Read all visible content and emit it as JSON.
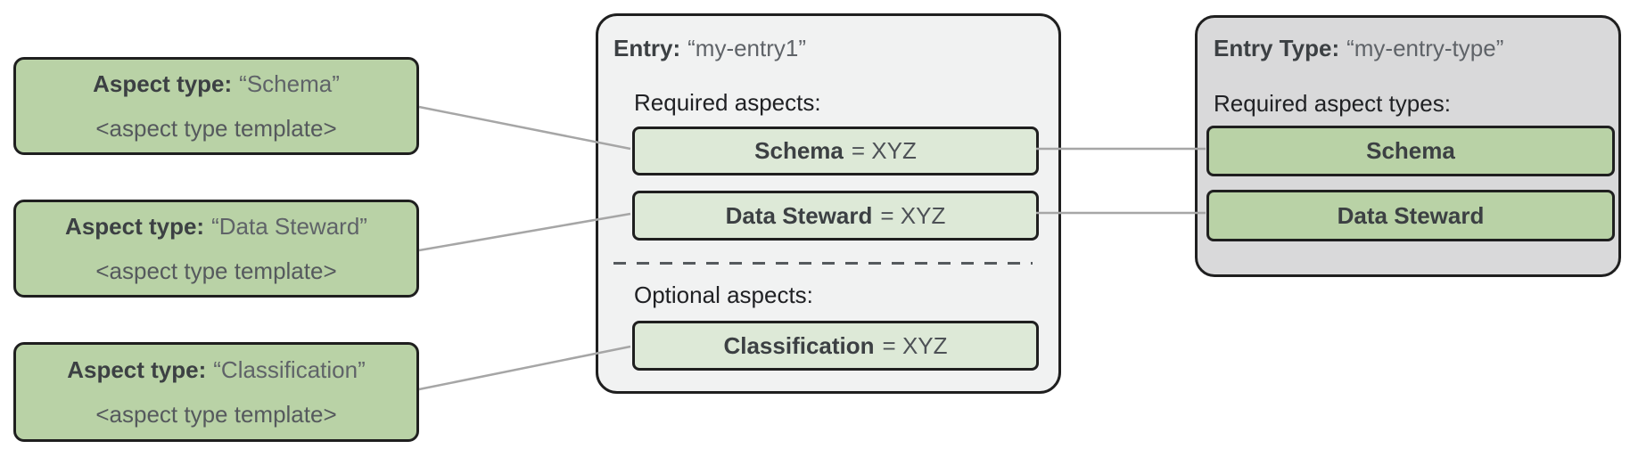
{
  "aspect_types": [
    {
      "label": "Aspect type:",
      "name": "“Schema”",
      "template": "<aspect type template>"
    },
    {
      "label": "Aspect type:",
      "name": "“Data Steward”",
      "template": "<aspect type template>"
    },
    {
      "label": "Aspect type:",
      "name": "“Classification”",
      "template": "<aspect type template>"
    }
  ],
  "entry": {
    "label": "Entry:",
    "name": "“my-entry1”",
    "required_label": "Required aspects:",
    "optional_label": "Optional aspects:",
    "required_aspects": [
      {
        "name": "Schema",
        "value": "= XYZ"
      },
      {
        "name": "Data Steward",
        "value": "= XYZ"
      }
    ],
    "optional_aspects": [
      {
        "name": "Classification",
        "value": "= XYZ"
      }
    ]
  },
  "entry_type": {
    "label": "Entry Type:",
    "name": "“my-entry-type”",
    "required_label": "Required aspect types:",
    "required_aspect_types": [
      {
        "name": "Schema"
      },
      {
        "name": "Data Steward"
      }
    ]
  },
  "connections": [
    {
      "from": "aspect-type-schema",
      "to": "entry-required-aspect-schema"
    },
    {
      "from": "aspect-type-data-steward",
      "to": "entry-required-aspect-data-steward"
    },
    {
      "from": "aspect-type-classification",
      "to": "entry-optional-aspect-classification"
    },
    {
      "from": "entry-required-aspect-schema",
      "to": "entry-type-required-schema"
    },
    {
      "from": "entry-required-aspect-data-steward",
      "to": "entry-type-required-data-steward"
    }
  ],
  "colors": {
    "aspect_green": "#b9d2a6",
    "pale_green": "#dde9d7",
    "entry_gray": "#f1f2f2",
    "entry_type_gray": "#d9d9da",
    "border_dark": "#1f1f1f",
    "connector_gray": "#a6a6a6"
  }
}
